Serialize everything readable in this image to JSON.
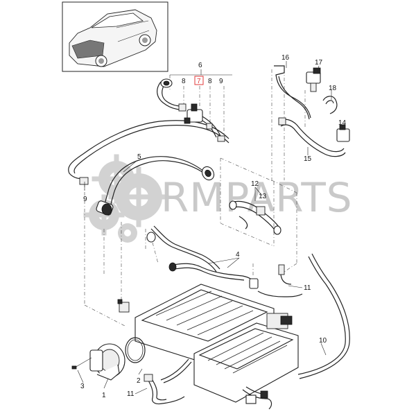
{
  "accent_highlight": "#e03a3a",
  "watermark": {
    "text": "RMPARTS",
    "color": "#c9c9c9",
    "icon": "gear-cluster-icon"
  },
  "callouts": {
    "c1": "1",
    "c2": "2",
    "c3": "3",
    "c4": "4",
    "c5": "5",
    "c6": "6",
    "c7": "7",
    "c8a": "8",
    "c8b": "8",
    "c9a": "9",
    "c9b": "9",
    "c10": "10",
    "c11a": "11",
    "c11b": "11",
    "c12": "12",
    "c13": "13",
    "c14": "14",
    "c15": "15",
    "c16": "16",
    "c17": "17",
    "c18": "18"
  },
  "highlighted_callout": "7",
  "inset": {
    "icon": "vehicle-thumbnail-icon"
  }
}
